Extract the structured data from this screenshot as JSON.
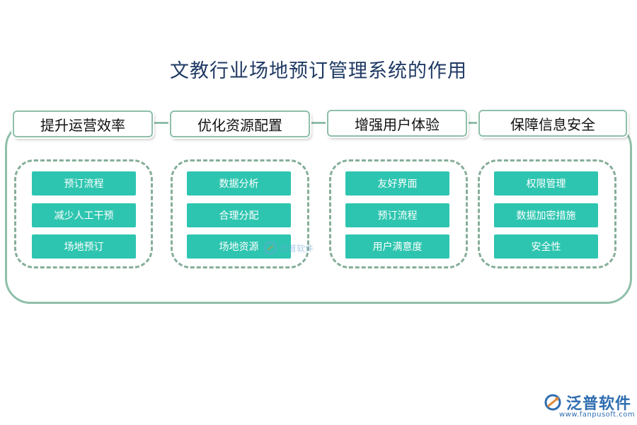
{
  "title": "文教行业场地预订管理系统的作用",
  "columns": [
    {
      "header": "提升运营效率",
      "items": [
        "预订流程",
        "减少人工干预",
        "场地预订"
      ]
    },
    {
      "header": "优化资源配置",
      "items": [
        "数据分析",
        "合理分配",
        "场地资源"
      ]
    },
    {
      "header": "增强用户体验",
      "items": [
        "友好界面",
        "预订流程",
        "用户满意度"
      ]
    },
    {
      "header": "保障信息安全",
      "items": [
        "权限管理",
        "数据加密措施",
        "安全性"
      ]
    }
  ],
  "watermark": {
    "text": "泛普软件"
  },
  "logo": {
    "name": "泛普软件",
    "url": "www.fanpusoft.com"
  },
  "colors": {
    "accent": "#2ec5b0",
    "border": "#8fbfa9",
    "title": "#1f3a63",
    "brand": "#2f6db0"
  }
}
